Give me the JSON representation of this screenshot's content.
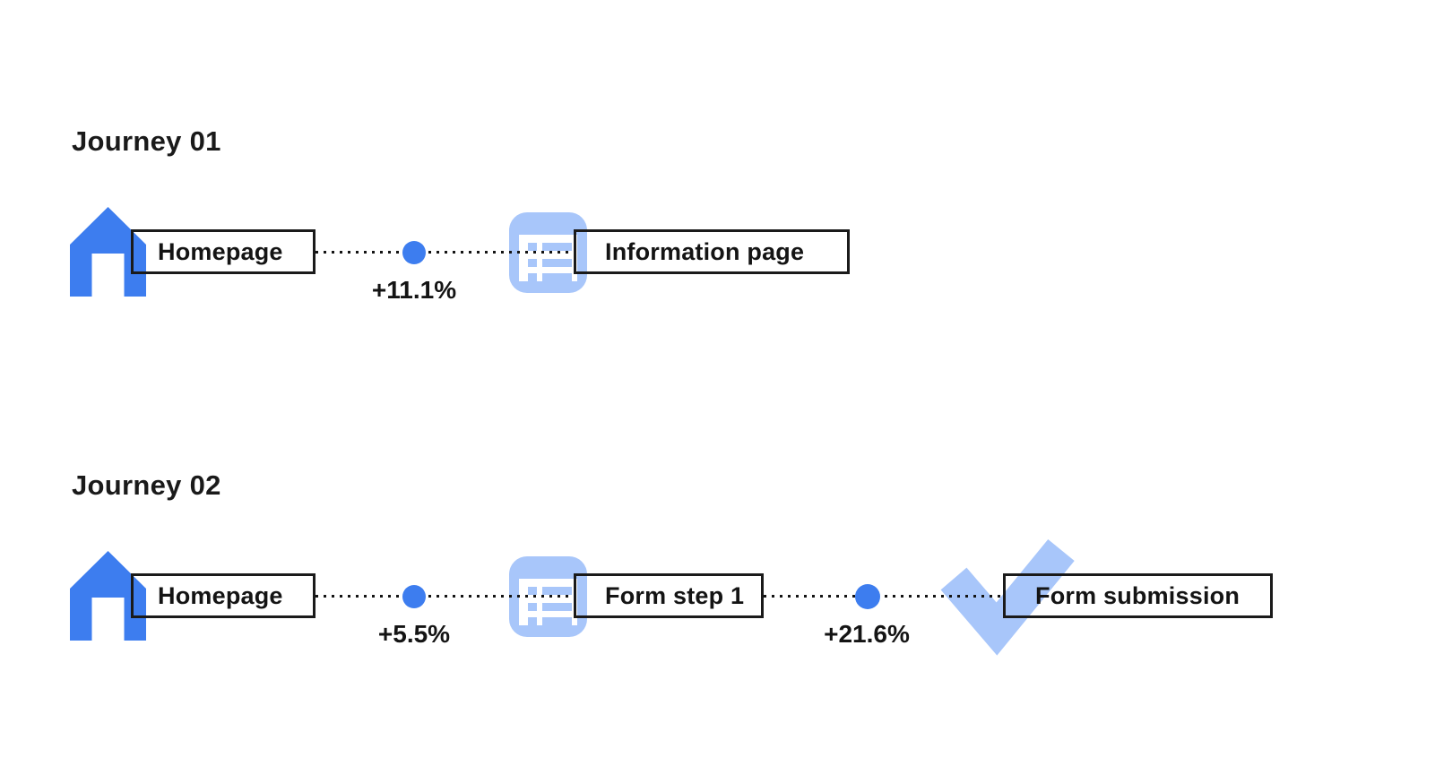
{
  "diagram": {
    "colors": {
      "primary_blue": "#3D7DEF",
      "light_blue": "#A8C6FA",
      "text": "#141414",
      "box_border": "#1A1A1A"
    },
    "journeys": [
      {
        "title": "Journey 01",
        "steps": [
          {
            "label": "Homepage",
            "icon": "home-icon"
          },
          {
            "label": "Information page",
            "icon": "list-page-icon"
          }
        ],
        "transitions": [
          {
            "change": "+11.1%"
          }
        ]
      },
      {
        "title": "Journey 02",
        "steps": [
          {
            "label": "Homepage",
            "icon": "home-icon"
          },
          {
            "label": "Form step 1",
            "icon": "list-page-icon"
          },
          {
            "label": "Form submission",
            "icon": "checkmark-icon"
          }
        ],
        "transitions": [
          {
            "change": "+5.5%"
          },
          {
            "change": "+21.6%"
          }
        ]
      }
    ]
  }
}
